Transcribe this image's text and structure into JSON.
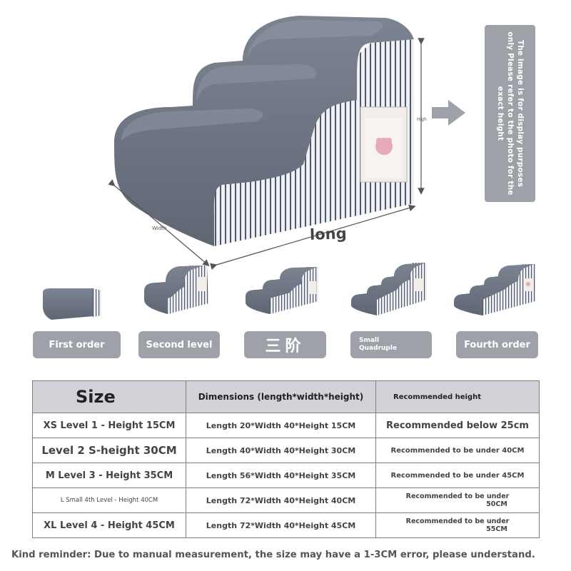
{
  "hero": {
    "note": "The image is for display purposes only Please refer to the photo for the exact height",
    "long_label": "long",
    "width_label": "Width",
    "high_label": "High"
  },
  "levels": [
    {
      "label": "First order"
    },
    {
      "label": "Second level"
    },
    {
      "label": "三阶"
    },
    {
      "label_line1": "Small",
      "label_line2": "Quadruple"
    },
    {
      "label": "Fourth order"
    }
  ],
  "table": {
    "headers": {
      "size": "Size",
      "dimensions": "Dimensions (length*width*height)",
      "recommended": "Recommended height"
    },
    "rows": [
      {
        "size": "XS Level 1 - Height 15CM",
        "dimensions": "Length 20*Width 40*Height 15CM",
        "recommended": "Recommended below 25cm"
      },
      {
        "size": "Level 2 S-height 30CM",
        "dimensions": "Length 40*Width 40*Height 30CM",
        "recommended": "Recommended to be under 40CM"
      },
      {
        "size": "M Level 3 - Height 35CM",
        "dimensions": "Length 56*Width 40*Height 35CM",
        "recommended": "Recommended to be under 45CM"
      },
      {
        "size": "L Small 4th Level - Height 40CM",
        "dimensions": "Length 72*Width 40*Height 40CM",
        "recommended_line1": "Recommended to be under",
        "recommended_line2": "50CM"
      },
      {
        "size": "XL Level 4 - Height 45CM",
        "dimensions": "Length 72*Width 40*Height 45CM",
        "recommended_line1": "Recommended to be under",
        "recommended_line2": "55CM"
      }
    ]
  },
  "reminder": "Kind reminder: Due to manual measurement, the size may have a 1-3CM error, please understand.",
  "colors": {
    "foam_gray": "#6f7784",
    "label_bg": "#9ea2a8",
    "header_bg": "#d2d3d8",
    "stripe_dark": "#4f5866",
    "stripe_light": "#e9ebee"
  }
}
